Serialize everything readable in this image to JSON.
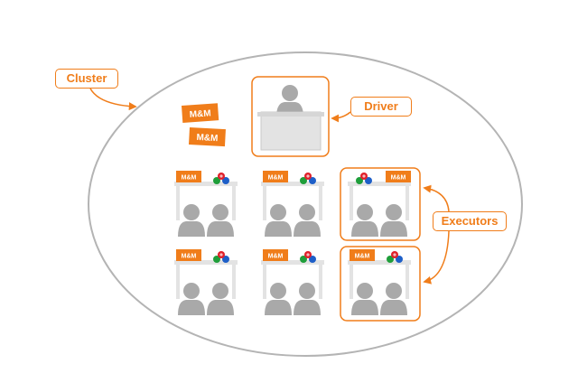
{
  "labels": {
    "cluster": "Cluster",
    "driver": "Driver",
    "executors": "Executors"
  },
  "candy_label": "M&M",
  "colors": {
    "accent": "#f07d1a",
    "outline": "#b4b4b4",
    "person": "#a9a9a9",
    "desk": "#e3e3e3",
    "candy_red": "#e0202a",
    "candy_green": "#1f9e3a",
    "candy_blue": "#1e5fc8"
  },
  "icons": [
    "person-icon",
    "desk-icon",
    "candy-bag-icon",
    "candy-pile-icon",
    "arrow-icon"
  ],
  "executor_count": 6,
  "highlighted_executors": 2
}
